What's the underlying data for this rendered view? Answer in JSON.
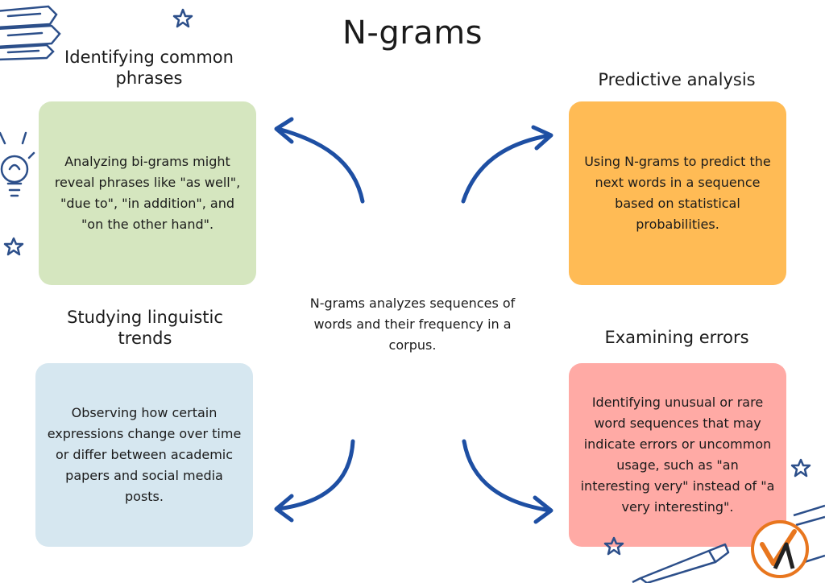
{
  "title": "N-grams",
  "center_text": "N-grams analyzes sequences of words and their frequency in a corpus.",
  "sections": {
    "common_phrases": {
      "heading": "Identifying common phrases",
      "body": "Analyzing bi-grams might reveal phrases like \"as well\", \"due to\", \"in addition\", and \"on the other hand\"."
    },
    "predictive": {
      "heading": "Predictive analysis",
      "body": "Using N-grams to predict the next words in a sequence based on statistical probabilities."
    },
    "linguistic_trends": {
      "heading": "Studying linguistic trends",
      "body": "Observing how certain expressions change over time or differ between academic papers and social media posts."
    },
    "errors": {
      "heading": "Examining errors",
      "body": "Identifying unusual or rare word sequences that may indicate errors or uncommon usage, such as \"an interesting very\" instead of \"a very interesting\"."
    }
  },
  "colors": {
    "green_card": "#d5e6bf",
    "orange_card": "#ffbb55",
    "blue_card": "#d6e7f0",
    "pink_card": "#ffaaa5",
    "arrow": "#1e4fa3",
    "doodle": "#2c4f8a",
    "logo_orange": "#e8761e",
    "logo_dark": "#222222"
  },
  "icons": [
    "books-icon",
    "star-icon",
    "lightbulb-icon",
    "pen-icon",
    "notebook-icon",
    "logo-icon"
  ]
}
